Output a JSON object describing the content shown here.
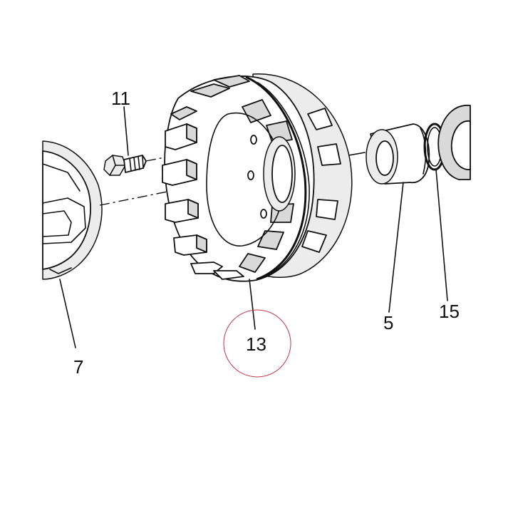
{
  "callouts": [
    {
      "id": "c11",
      "label": "11"
    },
    {
      "id": "c13",
      "label": "13"
    },
    {
      "id": "c5",
      "label": "5"
    },
    {
      "id": "c15",
      "label": "15"
    },
    {
      "id": "c7",
      "label": "7"
    }
  ],
  "highlight": {
    "target": "13",
    "color": "#c2364a"
  },
  "colors": {
    "line": "#111111",
    "shade": "#d9d9d9",
    "background": "#ffffff"
  }
}
